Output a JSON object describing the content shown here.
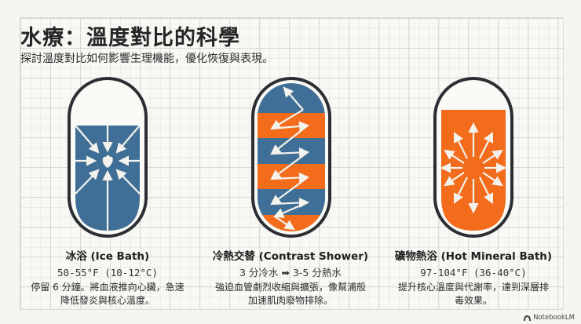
{
  "header": {
    "title": "水療：溫度對比的科學",
    "subtitle": "探討溫度對比如何影響生理機能，優化恢復與表現。"
  },
  "colors": {
    "cold_blue": "#3f6f96",
    "hot_orange": "#f26c1c",
    "outline": "#2b2f33",
    "arrow": "#f4f2ec"
  },
  "cards": [
    {
      "name": "冰浴 (Ice Bath)",
      "temp": "50-55°F (10-12°C)",
      "desc_line1": "停留 6 分鐘。將血液推向心臟，急速",
      "desc_line2": "降低發炎與核心溫度。",
      "icon": "heart-inward-arrows-icon"
    },
    {
      "name": "冷熱交替 (Contrast Shower)",
      "temp": "3 分冷水 ➡ 3-5 分熱水",
      "desc_line1": "強迫血管劇烈收縮與擴張，像幫浦般",
      "desc_line2": "加速肌肉廢物排除。",
      "icon": "zigzag-arrows-icon"
    },
    {
      "name": "礦物熱浴 (Hot Mineral Bath)",
      "temp": "97-104°F (36-40°C)",
      "desc_line1": "提升核心溫度與代謝率，達到深層排",
      "desc_line2": "毒效果。",
      "icon": "radiating-arrows-icon"
    }
  ],
  "footer": {
    "brand": "NotebookLM"
  }
}
